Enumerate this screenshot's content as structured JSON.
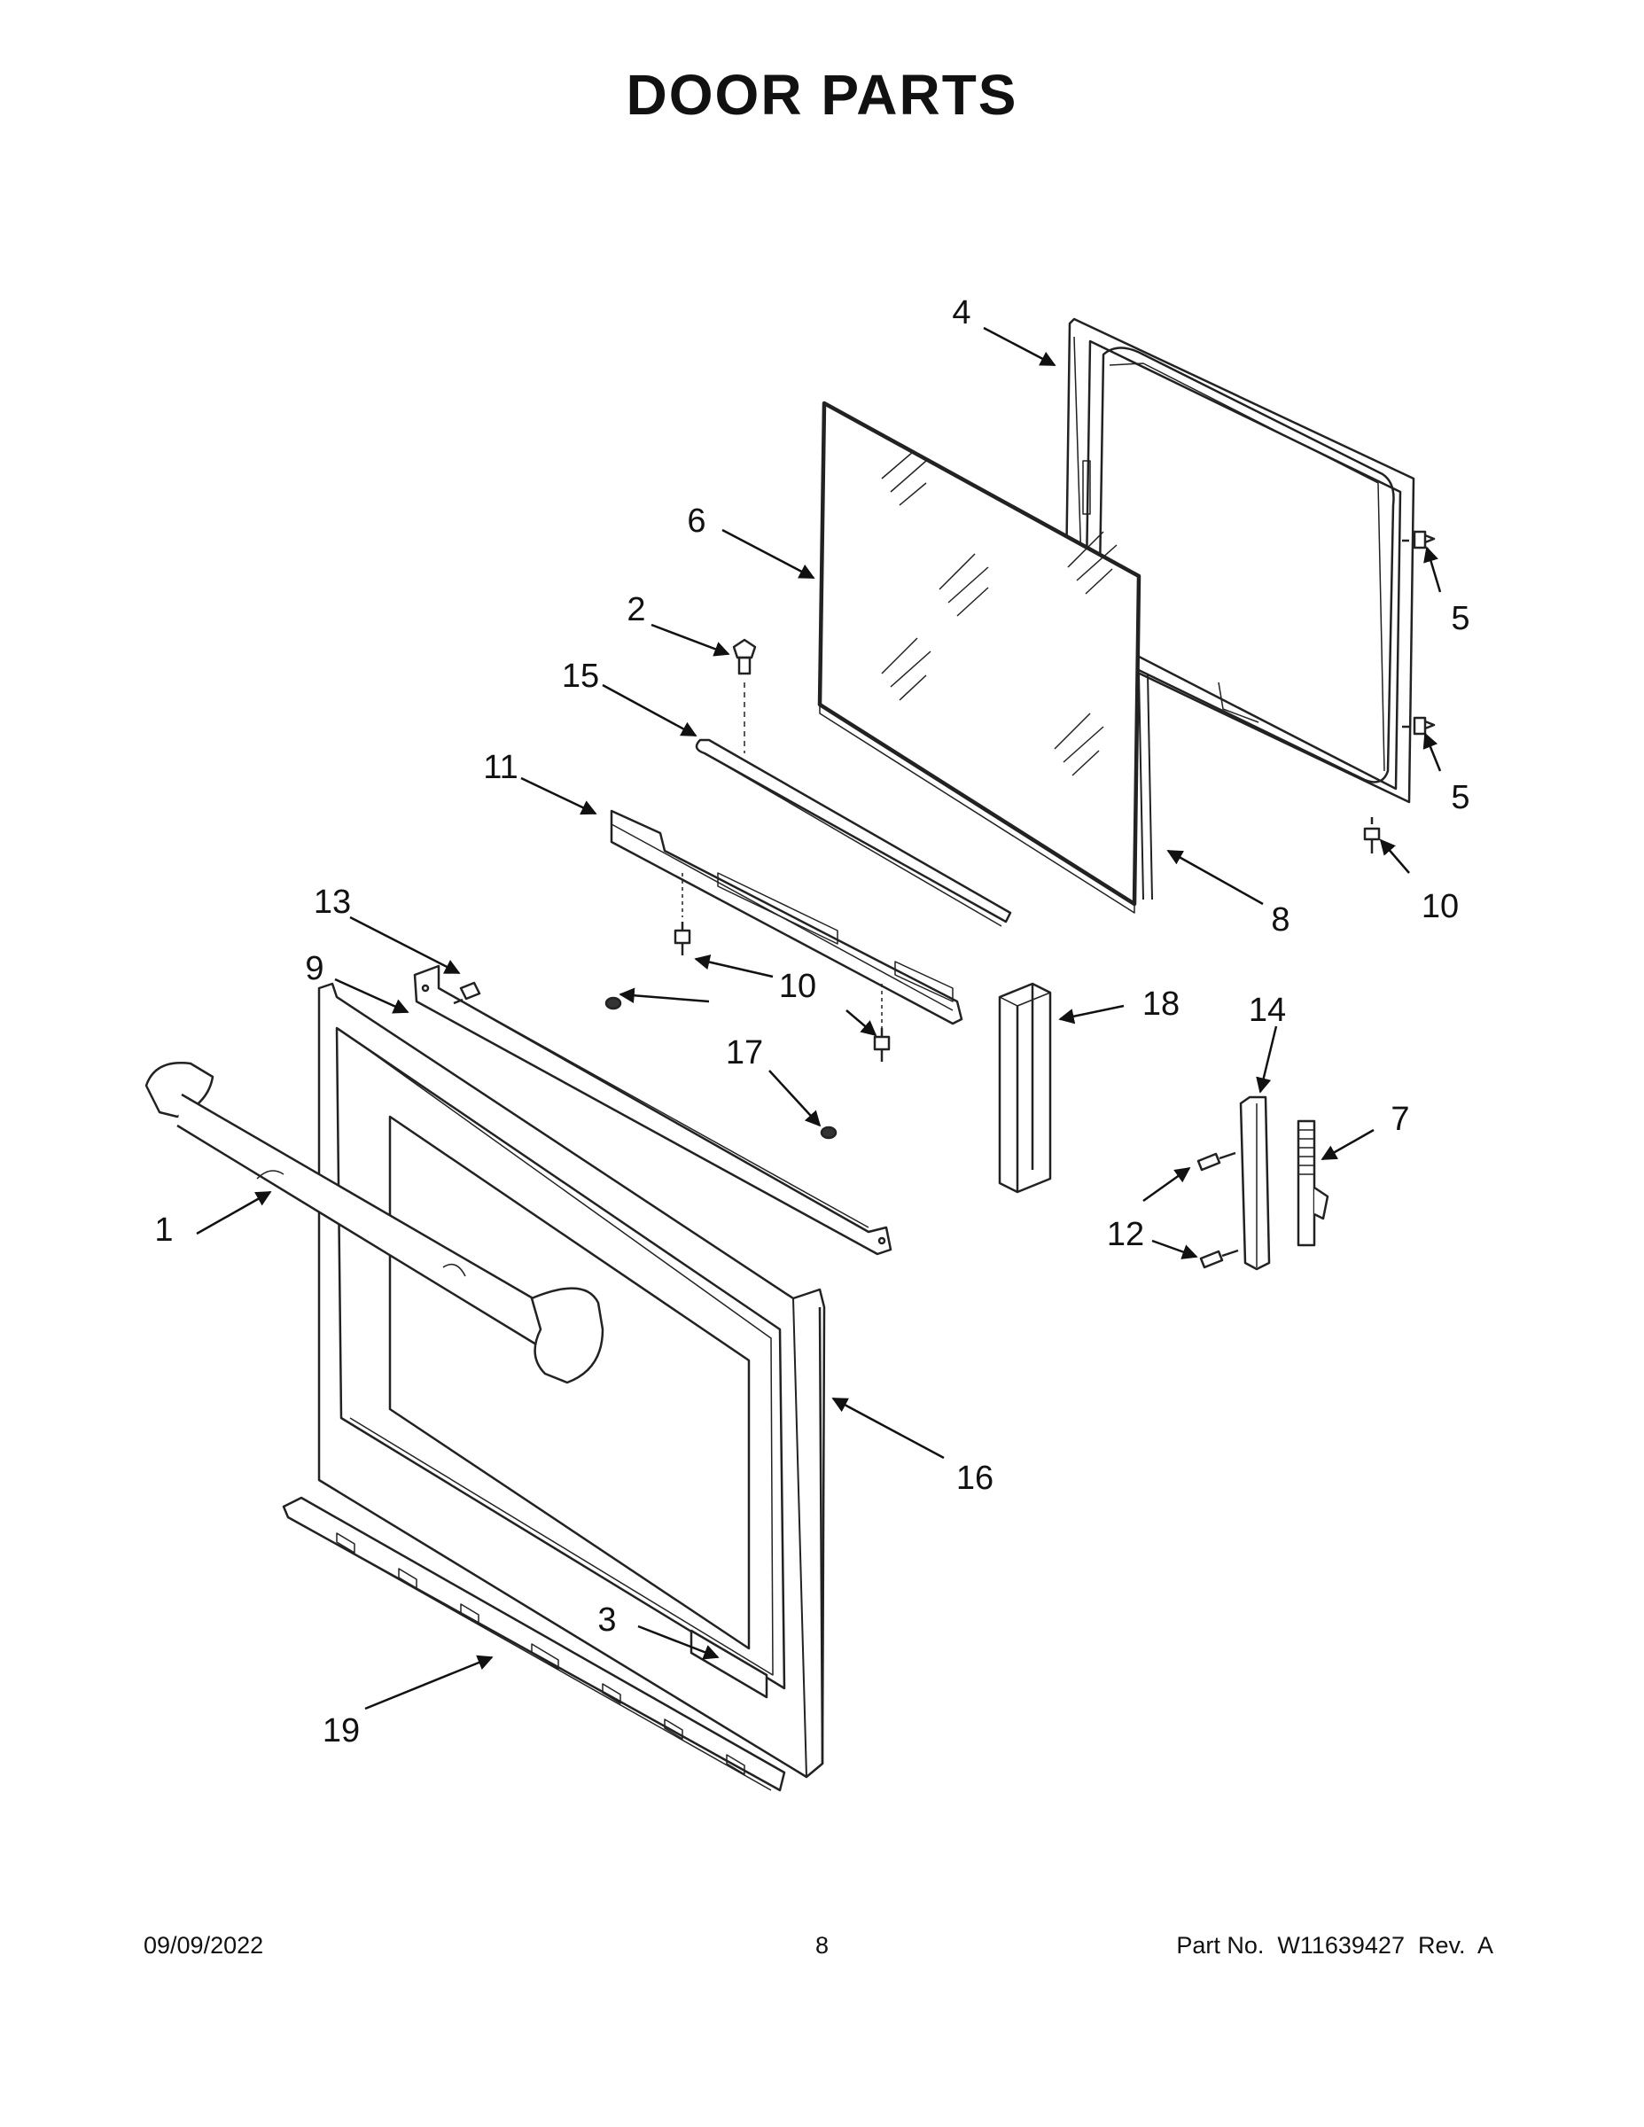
{
  "title": "DOOR PARTS",
  "footer": {
    "date": "09/09/2022",
    "page": "8",
    "part": "Part No.  W11639427  Rev.  A"
  },
  "callouts": [
    {
      "id": "1",
      "text": "1"
    },
    {
      "id": "2",
      "text": "2"
    },
    {
      "id": "3",
      "text": "3"
    },
    {
      "id": "4",
      "text": "4"
    },
    {
      "id": "5a",
      "text": "5"
    },
    {
      "id": "5b",
      "text": "5"
    },
    {
      "id": "6",
      "text": "6"
    },
    {
      "id": "7",
      "text": "7"
    },
    {
      "id": "8",
      "text": "8"
    },
    {
      "id": "9",
      "text": "9"
    },
    {
      "id": "10a",
      "text": "10"
    },
    {
      "id": "10b",
      "text": "10"
    },
    {
      "id": "11",
      "text": "11"
    },
    {
      "id": "12",
      "text": "12"
    },
    {
      "id": "13",
      "text": "13"
    },
    {
      "id": "14",
      "text": "14"
    },
    {
      "id": "15",
      "text": "15"
    },
    {
      "id": "16",
      "text": "16"
    },
    {
      "id": "17",
      "text": "17"
    },
    {
      "id": "18",
      "text": "18"
    },
    {
      "id": "19",
      "text": "19"
    }
  ]
}
